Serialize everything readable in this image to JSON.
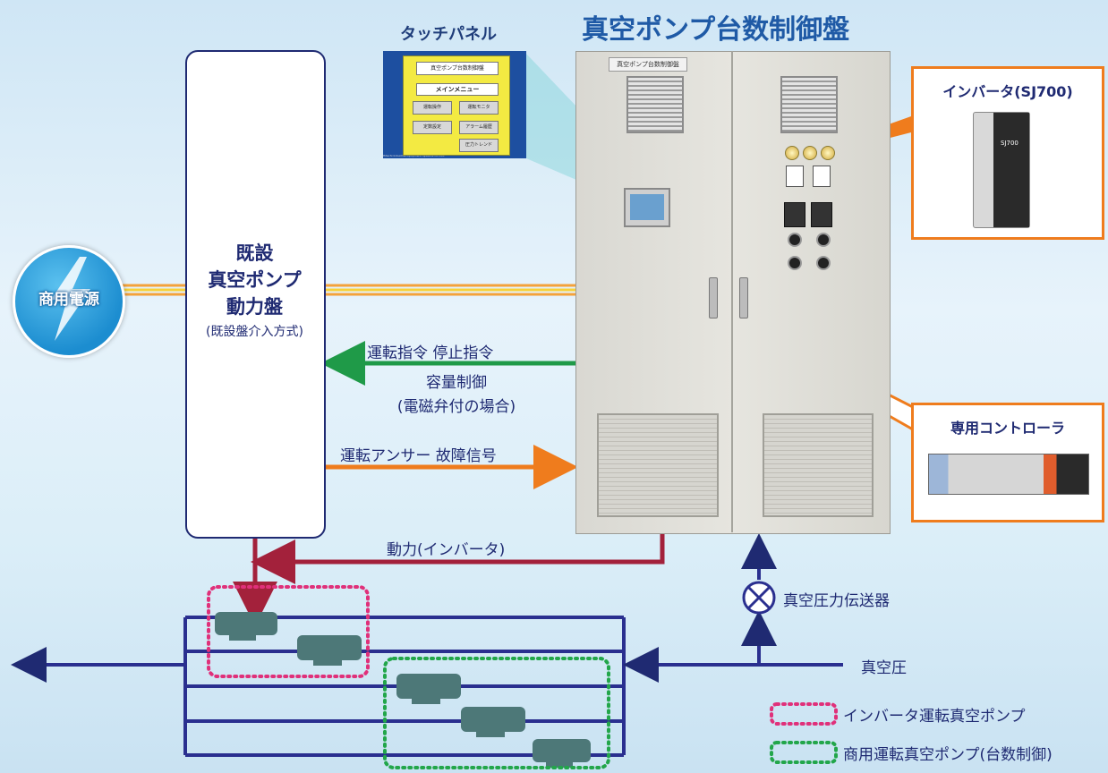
{
  "title": "真空ポンプ台数制御盤",
  "touch_panel": {
    "label": "タッチパネル",
    "screen_title": "真空ポンプ台数制御盤",
    "menu": "メインメニュー",
    "buttons": [
      "運転操作",
      "運転モニタ",
      "定数設定",
      "アラーム履歴",
      "圧力トレンド"
    ],
    "footer": "Hitachi Industrial Equipment Systems Co.,Ltd."
  },
  "panel": {
    "nameplate": "真空ポンプ台数制御盤"
  },
  "existing_panel": {
    "line1": "既設",
    "line2": "真空ポンプ",
    "line3": "動力盤",
    "note": "(既設盤介入方式)"
  },
  "power_source": "商用電源",
  "inverter": {
    "title": "インバータ(SJ700)",
    "model": "SJ700"
  },
  "controller": {
    "title": "専用コントローラ"
  },
  "signals": {
    "run_stop": "運転指令  停止指令",
    "capacity": "容量制御",
    "capacity_note": "(電磁弁付の場合)",
    "answer": "運転アンサー  故障信号",
    "power": "動力(インバータ)"
  },
  "sensor": "真空圧力伝送器",
  "vacuum": "真空圧",
  "legend": {
    "inverter_pump": "インバータ運転真空ポンプ",
    "commercial_pump": "商用運転真空ポンプ(台数制御)"
  },
  "colors": {
    "navy": "#1f2a72",
    "green": "#1f9a48",
    "orange": "#ef7c1d",
    "maroon": "#a3213b",
    "pink": "#e0307a",
    "dotgreen": "#22a64a"
  }
}
